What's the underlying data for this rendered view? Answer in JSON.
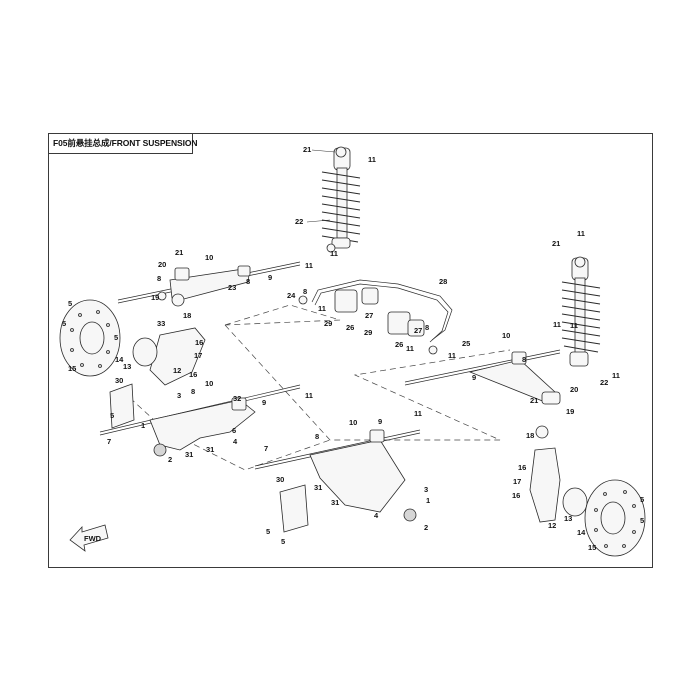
{
  "title": "F05前悬挂总成/FRONT SUSPENSION",
  "fwd_label": "FWD",
  "callouts": {
    "shock_left": [
      "21",
      "11",
      "22",
      "11"
    ],
    "shock_right": [
      "21",
      "11",
      "11",
      "22",
      "11"
    ],
    "upper_arm_left": [
      "21",
      "10",
      "20",
      "8",
      "8",
      "9",
      "11",
      "23",
      "5",
      "19"
    ],
    "stabilizer": [
      "28",
      "24",
      "8",
      "11",
      "29",
      "26",
      "27",
      "29",
      "27",
      "26",
      "11",
      "25",
      "11",
      "8"
    ],
    "knuckle_left": [
      "5",
      "5",
      "33",
      "18",
      "16",
      "14",
      "13",
      "15",
      "17",
      "16",
      "12"
    ],
    "lower_arm_left": [
      "30",
      "7",
      "10",
      "8",
      "32",
      "3",
      "9",
      "11",
      "6",
      "5",
      "1",
      "31",
      "31",
      "2",
      "4"
    ],
    "upper_arm_right": [
      "10",
      "11",
      "8",
      "9",
      "20",
      "21",
      "19"
    ],
    "lower_arm_right": [
      "7",
      "8",
      "10",
      "9",
      "11",
      "30",
      "3",
      "31",
      "5",
      "31",
      "4",
      "5",
      "1",
      "2"
    ],
    "knuckle_right": [
      "18",
      "16",
      "17",
      "16",
      "12",
      "13",
      "14",
      "15",
      "5",
      "5"
    ]
  }
}
